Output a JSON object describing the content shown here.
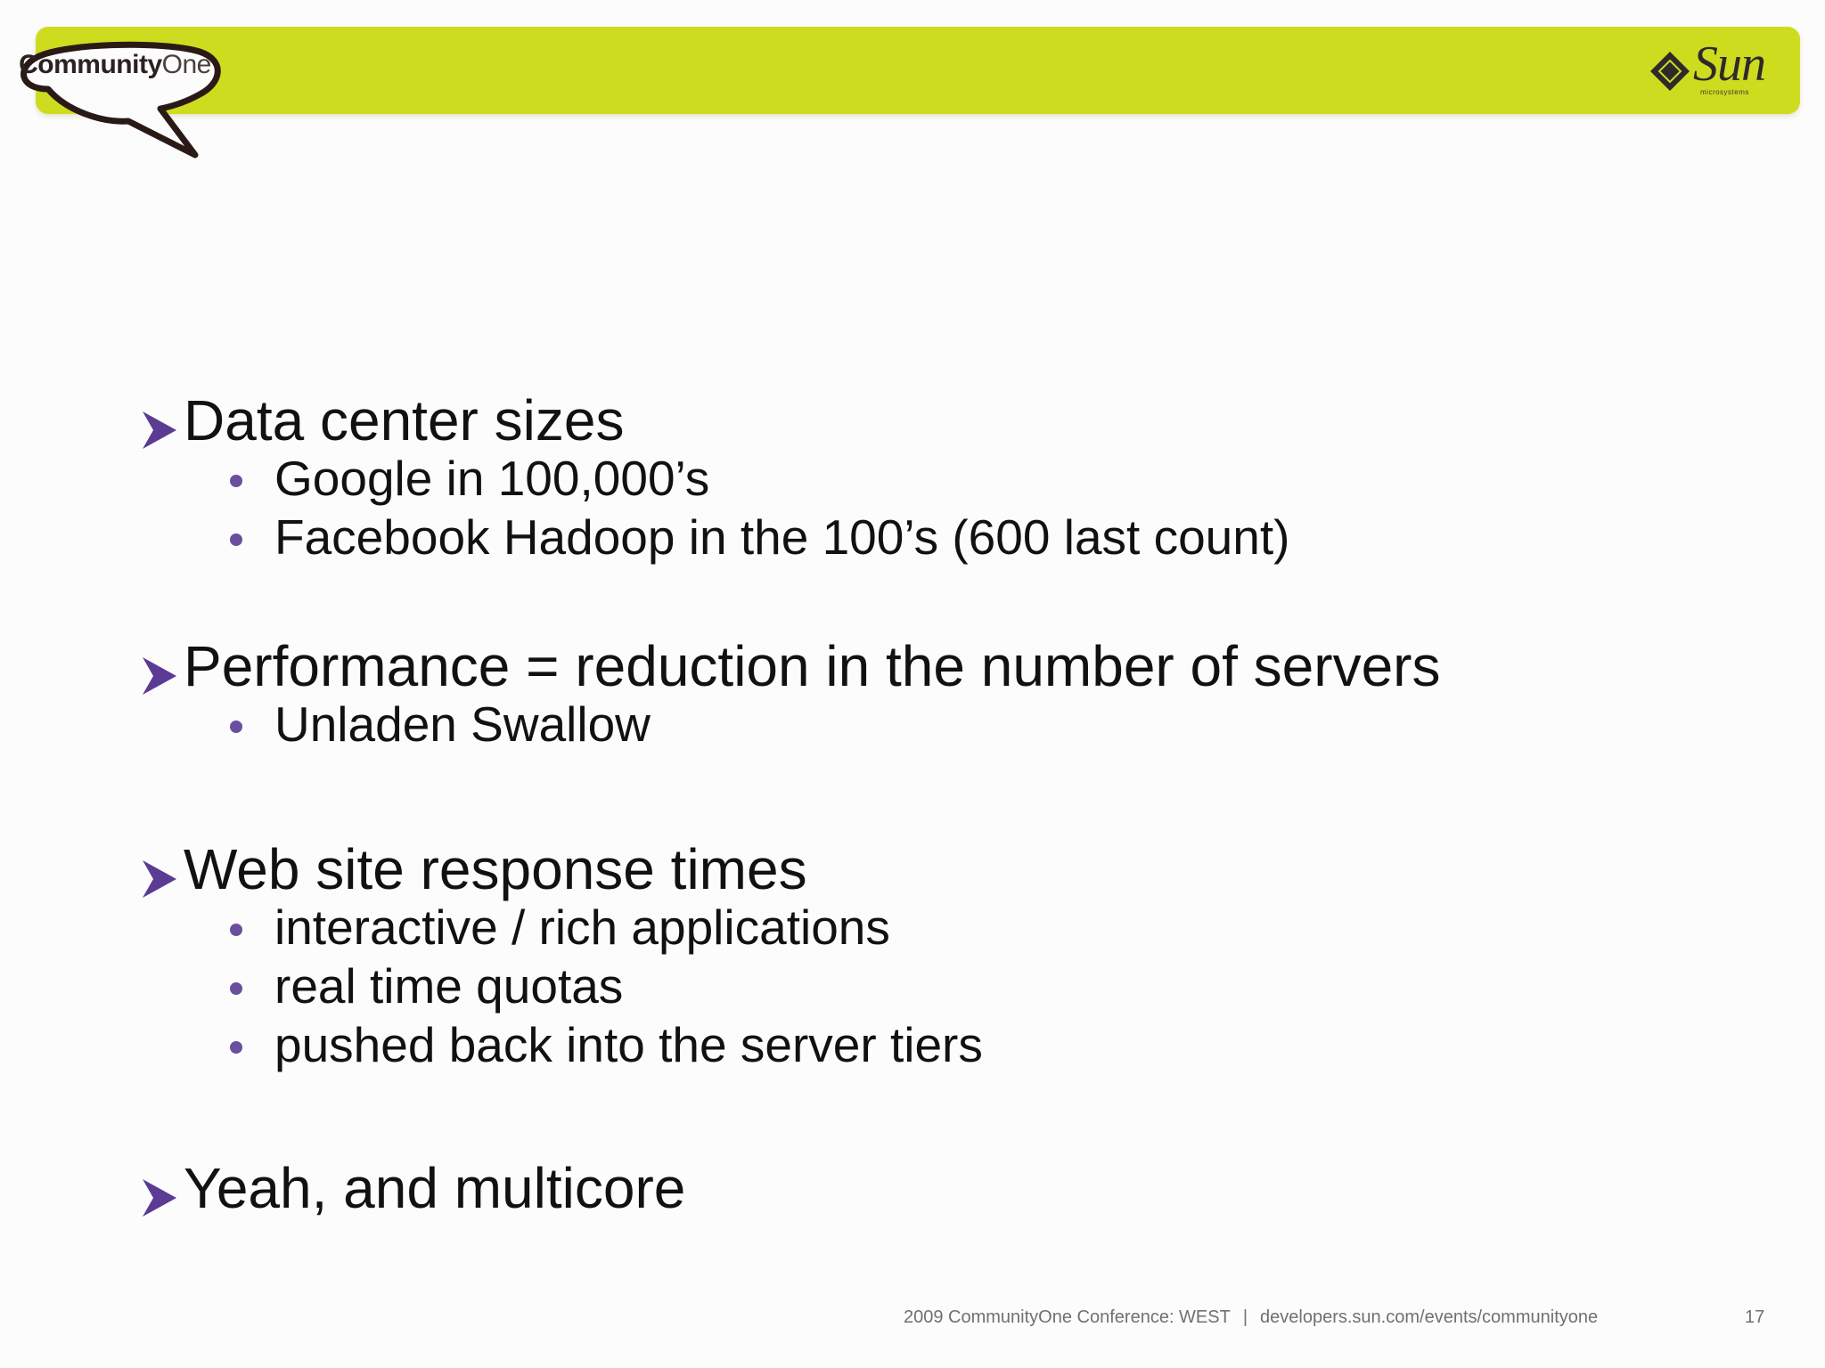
{
  "header": {
    "brand_strong": "Community",
    "brand_light": "One",
    "sponsor_logo": "Sun",
    "sponsor_sub": "microsystems",
    "colors": {
      "band": "#cddc1f",
      "bullet": "#6a4f9e",
      "arrow": "#5b3b93"
    }
  },
  "sections": [
    {
      "heading": "Data center sizes",
      "items": [
        "Google in 100,000’s",
        "Facebook Hadoop in the 100’s (600 last count)"
      ]
    },
    {
      "heading": "Performance = reduction in the number of servers",
      "items": [
        "Unladen Swallow"
      ]
    },
    {
      "heading": "Web site response times",
      "items": [
        "interactive / rich applications",
        "real time quotas",
        "pushed back into the server tiers"
      ]
    },
    {
      "heading": "Yeah, and multicore",
      "items": []
    }
  ],
  "footer": {
    "conference": "2009 CommunityOne Conference: WEST",
    "separator": "|",
    "url": "developers.sun.com/events/communityone",
    "page_number": "17"
  }
}
